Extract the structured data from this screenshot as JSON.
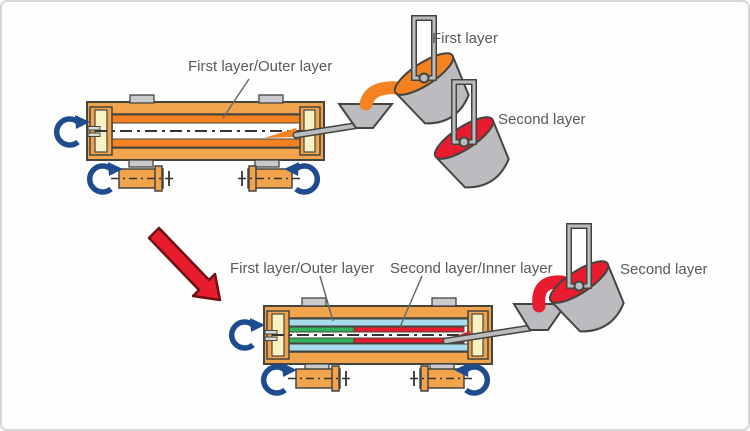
{
  "labels": {
    "stage1_mold": "First layer/Outer layer",
    "stage1_ladle_first": "First layer",
    "stage1_ladle_second": "Second layer",
    "stage2_mold_outer": "First layer/Outer layer",
    "stage2_mold_inner": "Second layer/Inner layer",
    "stage2_ladle": "Second layer"
  },
  "colors": {
    "mold-body": "#F2A44C",
    "molten-orange": "#F58220",
    "layer-cyan": "#A8DCEC",
    "layer-green": "#2FB457",
    "liquid-red": "#E81C2E",
    "arrow-blue": "#1F4C8F",
    "ladle-gray": "#BCBCC0",
    "pad-gray": "#C9C9CE",
    "cream": "#FBF2C4",
    "outline": "#454540",
    "text": "#58595B",
    "background": "#FEFEFE",
    "frame-border": "#D8D8D8"
  }
}
